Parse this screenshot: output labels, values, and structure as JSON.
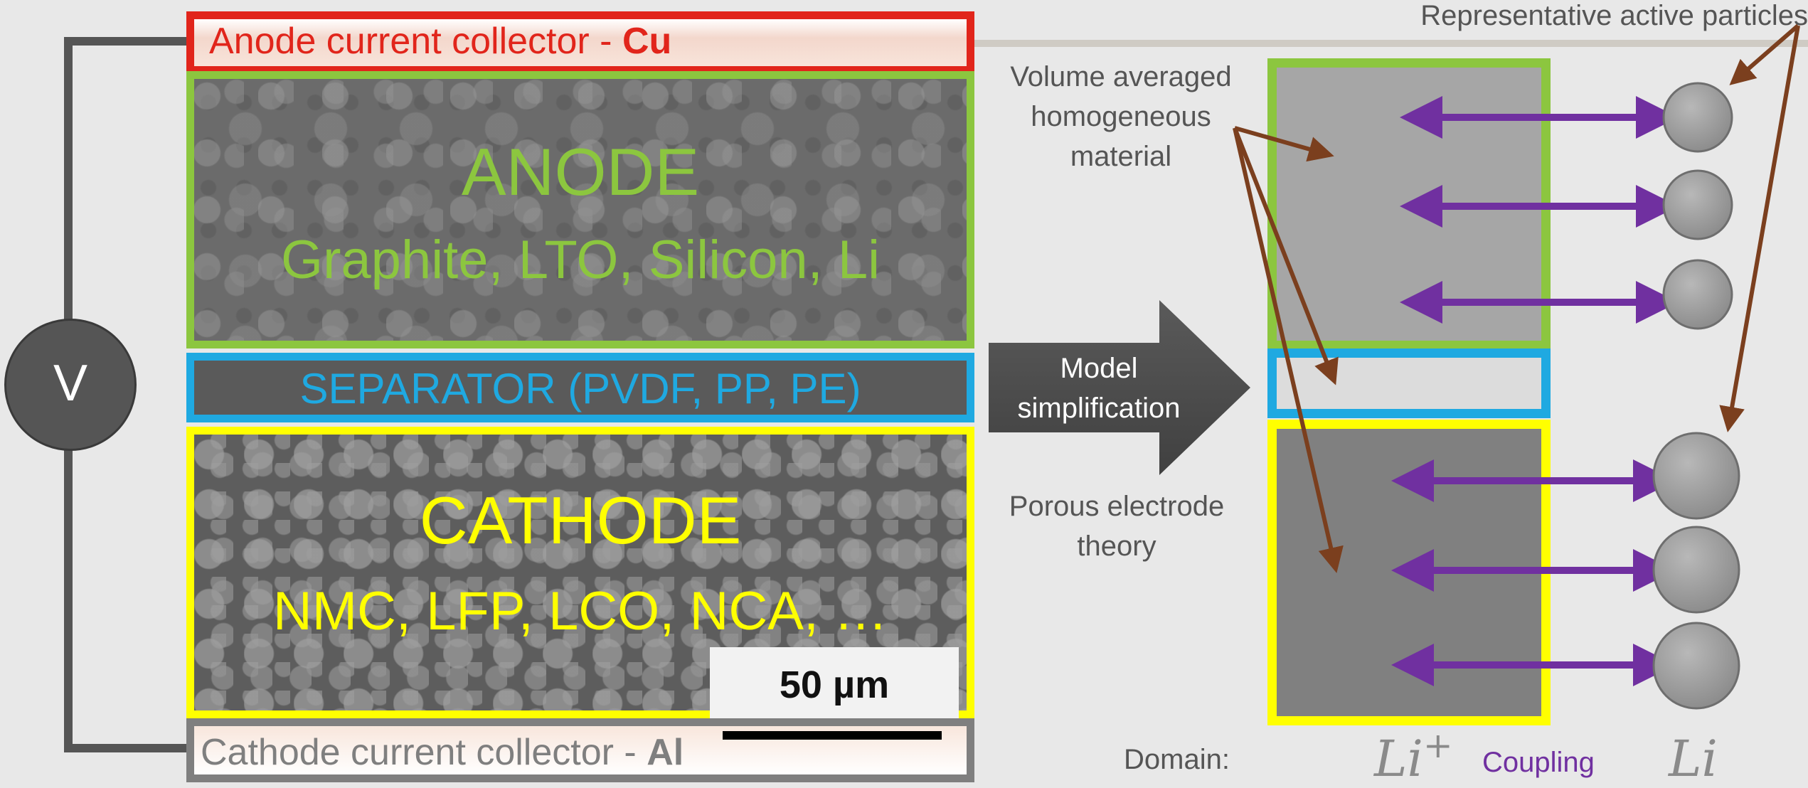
{
  "left": {
    "anode_cc": {
      "prefix": "Anode current collector - ",
      "metal": "Cu"
    },
    "anode": {
      "title": "ANODE",
      "materials": "Graphite, LTO, Silicon, Li"
    },
    "separator": {
      "label": "SEPARATOR (PVDF, PP, PE)"
    },
    "cathode": {
      "title": "CATHODE",
      "materials": "NMC, LFP, LCO, NCA, …"
    },
    "cathode_cc": {
      "prefix": "Cathode current collector - ",
      "metal": "Al"
    },
    "scalebar": "50 µm",
    "voltmeter": "V"
  },
  "middle": {
    "arrow_label_line1": "Model",
    "arrow_label_line2": "simplification",
    "volume_avg": [
      "Volume averaged",
      "homogeneous",
      "material"
    ],
    "porous": [
      "Porous electrode",
      "theory"
    ]
  },
  "right": {
    "particles_label": "Representative active particles",
    "domain_label": "Domain:",
    "li_plus_base": "Li",
    "li_plus_sup": "+",
    "coupling": "Coupling",
    "li": "Li"
  },
  "colors": {
    "anode": "#8cc63f",
    "separator": "#1fa9e1",
    "cathode": "#ffff00",
    "anode_cc": "#e1251b",
    "cathode_cc": "#7f7f7f",
    "coupling": "#7030a0",
    "annotation_arrow": "#7b3f1e"
  }
}
